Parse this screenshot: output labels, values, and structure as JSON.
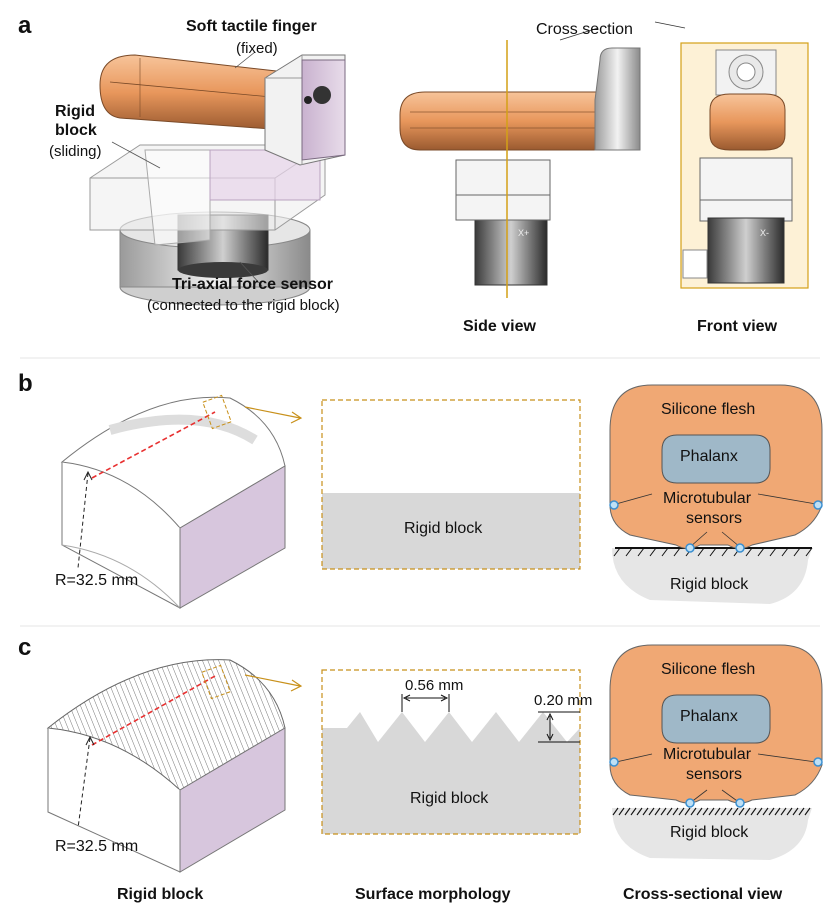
{
  "panels": {
    "a": "a",
    "b": "b",
    "c": "c"
  },
  "panel_a": {
    "finger_title": "Soft tactile finger",
    "finger_sub": "(fixed)",
    "block_title_1": "Rigid",
    "block_title_2": "block",
    "block_sub": "(sliding)",
    "sensor_title": "Tri-axial force sensor",
    "sensor_sub": "(connected to the rigid block)",
    "cross_section": "Cross section",
    "side_view": "Side view",
    "front_view": "Front view",
    "axis_labels": {
      "x_plus": "X+",
      "x_minus": "X-"
    }
  },
  "panel_b": {
    "radius": "R=32.5 mm",
    "morph_block": "Rigid block",
    "silicone": "Silicone flesh",
    "phalanx": "Phalanx",
    "micro_1": "Microtubular",
    "micro_2": "sensors",
    "rigid_block": "Rigid block"
  },
  "panel_c": {
    "radius": "R=32.5 mm",
    "pitch": "0.56 mm",
    "depth": "0.20 mm",
    "morph_block": "Rigid block",
    "silicone": "Silicone flesh",
    "phalanx": "Phalanx",
    "micro_1": "Microtubular",
    "micro_2": "sensors",
    "rigid_block": "Rigid block"
  },
  "footer": {
    "col1": "Rigid block",
    "col2": "Surface morphology",
    "col3": "Cross-sectional view"
  },
  "colors": {
    "finger_orange": "#f0a872",
    "flesh_orange": "#f0a874",
    "phalanx_blue": "#9fb8c8",
    "lavender": "#d9c4dc",
    "dashed_gold": "#c8901a",
    "section_line": "#d4a017",
    "gray_block": "#d8d8d8",
    "sensor_blue": "#3b8fd0",
    "red_dash": "#e83030"
  }
}
